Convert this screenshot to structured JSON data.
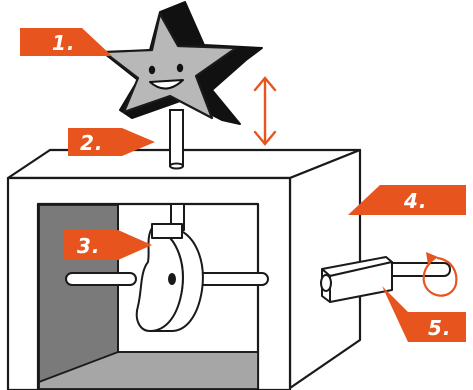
{
  "colors": {
    "accent_orange": "#e8541e",
    "outline": "#1a1a1a",
    "star_face": "#b8b8b8",
    "star_shadow": "#111111",
    "box_inner_dark": "#7a7a7a",
    "box_inner_floor": "#a6a6a6",
    "background": "#ffffff"
  },
  "callouts": [
    {
      "id": "1",
      "label": "1."
    },
    {
      "id": "2",
      "label": "2."
    },
    {
      "id": "3",
      "label": "3."
    },
    {
      "id": "4",
      "label": "4."
    },
    {
      "id": "5",
      "label": "5."
    }
  ],
  "icons": {
    "star": "smiling-star-icon",
    "arrow": "double-headed-arrow-icon",
    "rotation": "rotation-arrow-icon"
  }
}
